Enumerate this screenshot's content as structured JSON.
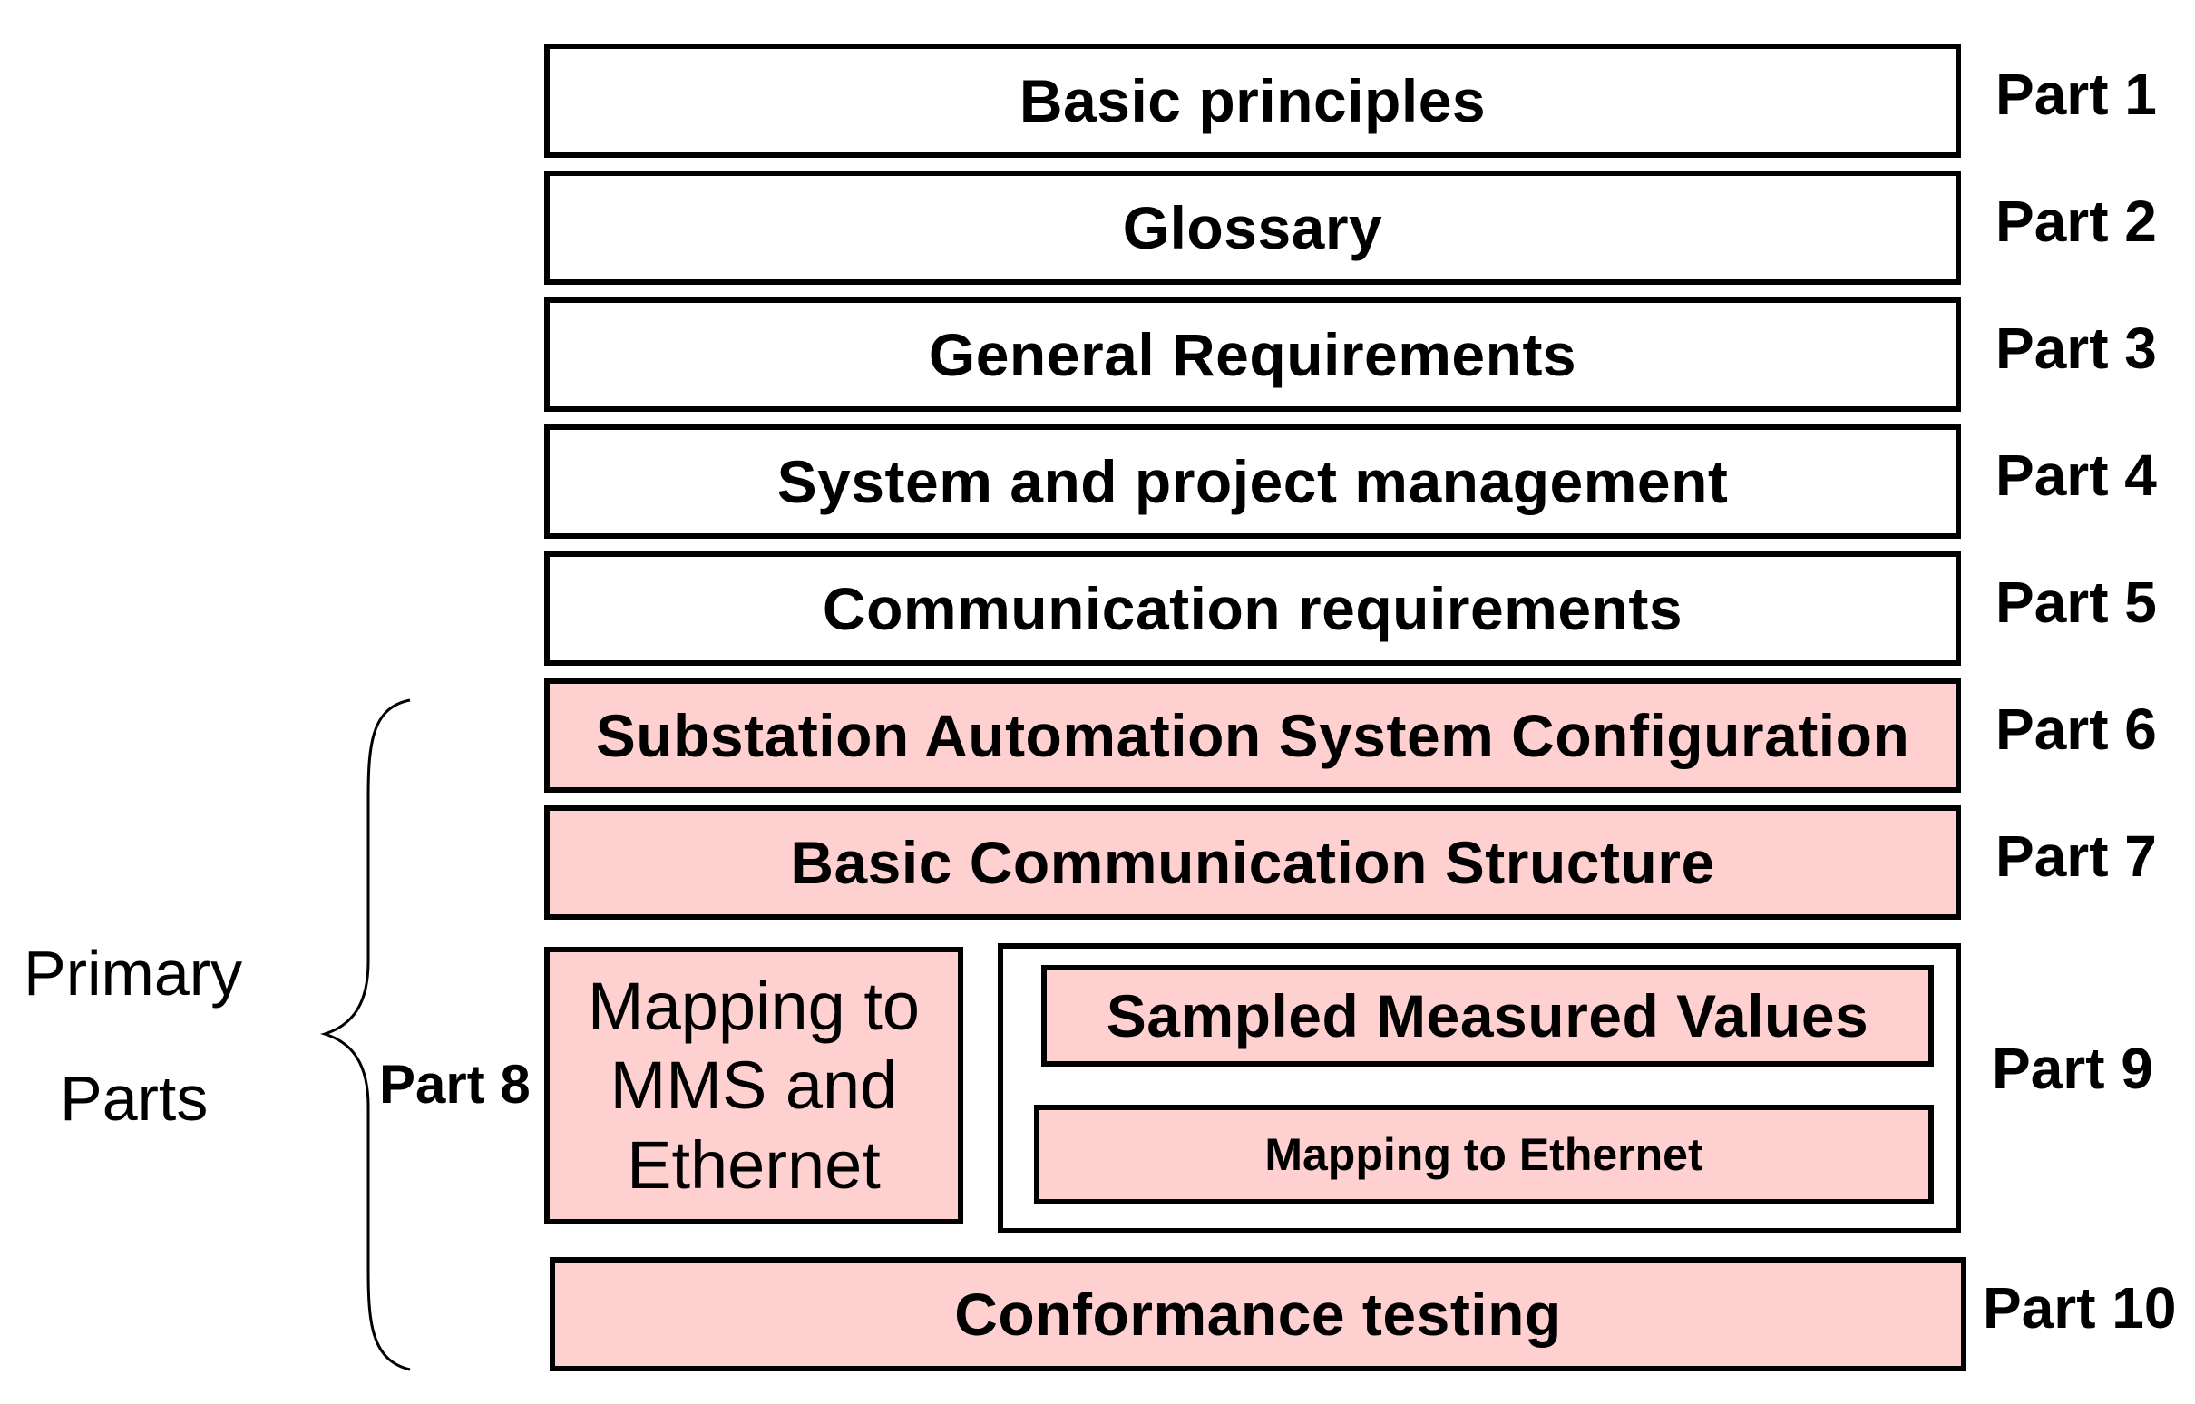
{
  "rows": [
    {
      "label": "Basic principles",
      "part": "Part 1"
    },
    {
      "label": "Glossary",
      "part": "Part 2"
    },
    {
      "label": "General Requirements",
      "part": "Part 3"
    },
    {
      "label": "System and project management",
      "part": "Part 4"
    },
    {
      "label": "Communication requirements",
      "part": "Part 5"
    },
    {
      "label": "Substation Automation System Configuration",
      "part": "Part 6"
    },
    {
      "label": "Basic Communication Structure",
      "part": "Part 7"
    }
  ],
  "part8": {
    "part": "Part 8",
    "label": "Mapping to\nMMS and\nEthernet"
  },
  "part9": {
    "part": "Part 9",
    "top_label": "Sampled Measured Values",
    "bottom_label": "Mapping to Ethernet"
  },
  "part10": {
    "label": "Conformance testing",
    "part": "Part 10"
  },
  "group": {
    "line1": "Primary",
    "line2": "Parts"
  },
  "colors": {
    "primary_fill": "#ffd0d0",
    "plain_fill": "#ffffff",
    "stroke": "#000000"
  }
}
